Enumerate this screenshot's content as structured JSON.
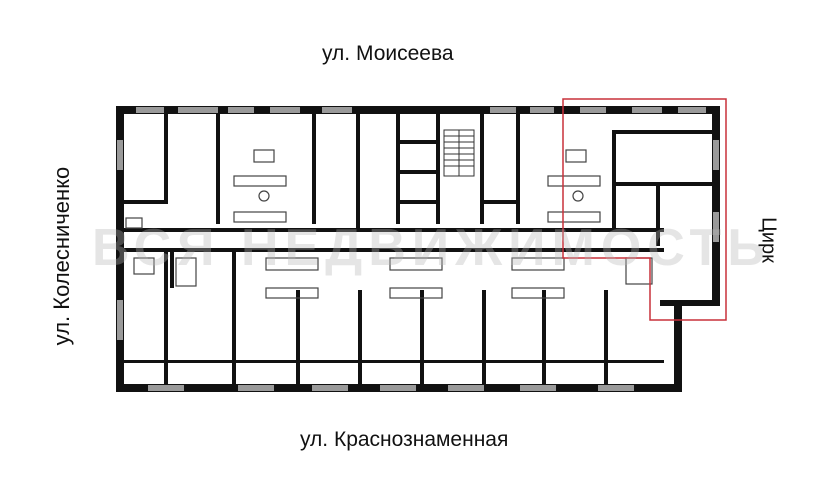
{
  "streets": {
    "top": "ул. Моисеева",
    "bottom": "ул. Краснознаменная",
    "left": "ул. Колесниченко",
    "right": "Цирк"
  },
  "watermark": "ВСЯ НЕДВИЖИМОСТЬ",
  "colors": {
    "wall": "#111111",
    "window": "#9a9a9a",
    "highlight": "#c8303a",
    "fixture": "#444444"
  },
  "icons": {
    "stairs": "stairs-icon",
    "bathroom": "bathtub-icon",
    "kitchen": "stove-icon"
  }
}
